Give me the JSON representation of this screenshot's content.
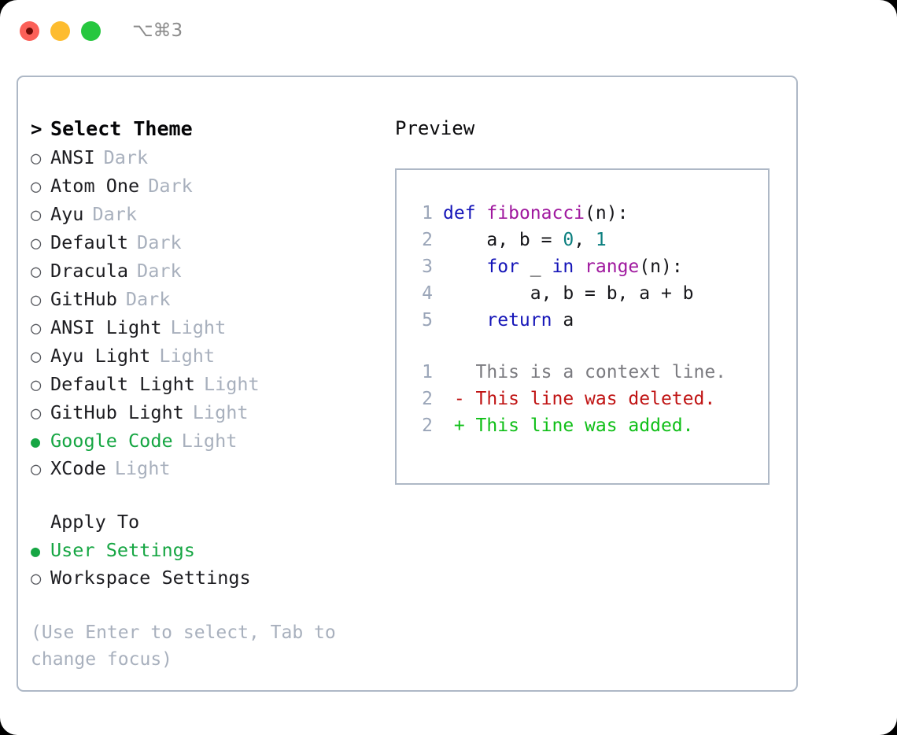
{
  "titlebar": {
    "shortcut": "⌥⌘3",
    "buttons": [
      {
        "name": "close",
        "color": "#fb6058"
      },
      {
        "name": "minimize",
        "color": "#fdbc2f"
      },
      {
        "name": "maximize",
        "color": "#26c73f"
      }
    ]
  },
  "theme_list": {
    "prompt": ">",
    "header": "Select Theme",
    "marker_unselected": "○",
    "marker_selected": "●",
    "items": [
      {
        "name": "ANSI",
        "variant": "Dark",
        "selected": false
      },
      {
        "name": "Atom One",
        "variant": "Dark",
        "selected": false
      },
      {
        "name": "Ayu",
        "variant": "Dark",
        "selected": false
      },
      {
        "name": "Default",
        "variant": "Dark",
        "selected": false
      },
      {
        "name": "Dracula",
        "variant": "Dark",
        "selected": false
      },
      {
        "name": "GitHub",
        "variant": "Dark",
        "selected": false
      },
      {
        "name": "ANSI Light",
        "variant": "Light",
        "selected": false
      },
      {
        "name": "Ayu Light",
        "variant": "Light",
        "selected": false
      },
      {
        "name": "Default Light",
        "variant": "Light",
        "selected": false
      },
      {
        "name": "GitHub Light",
        "variant": "Light",
        "selected": false
      },
      {
        "name": "Google Code",
        "variant": "Light",
        "selected": true
      },
      {
        "name": "XCode",
        "variant": "Light",
        "selected": false
      }
    ]
  },
  "apply_to": {
    "title": "Apply To",
    "options": [
      {
        "label": "User Settings",
        "selected": true
      },
      {
        "label": "Workspace Settings",
        "selected": false
      }
    ]
  },
  "hint": "(Use Enter to select, Tab to change focus)",
  "preview": {
    "title": "Preview",
    "code_lines": [
      {
        "no": "1",
        "tokens": [
          {
            "t": "def",
            "c": "kw"
          },
          {
            "t": " ",
            "c": "pln"
          },
          {
            "t": "fibonacci",
            "c": "fn"
          },
          {
            "t": "(n):",
            "c": "pln"
          }
        ]
      },
      {
        "no": "2",
        "tokens": [
          {
            "t": "    a, b = ",
            "c": "pln"
          },
          {
            "t": "0",
            "c": "num"
          },
          {
            "t": ", ",
            "c": "pln"
          },
          {
            "t": "1",
            "c": "num"
          }
        ]
      },
      {
        "no": "3",
        "tokens": [
          {
            "t": "    ",
            "c": "pln"
          },
          {
            "t": "for",
            "c": "kw"
          },
          {
            "t": " _ ",
            "c": "pln"
          },
          {
            "t": "in",
            "c": "kw"
          },
          {
            "t": " ",
            "c": "pln"
          },
          {
            "t": "range",
            "c": "fn"
          },
          {
            "t": "(n):",
            "c": "pln"
          }
        ]
      },
      {
        "no": "4",
        "tokens": [
          {
            "t": "        a, b = b, a + b",
            "c": "pln"
          }
        ]
      },
      {
        "no": "5",
        "tokens": [
          {
            "t": "    ",
            "c": "pln"
          },
          {
            "t": "return",
            "c": "kw"
          },
          {
            "t": " a",
            "c": "pln"
          }
        ]
      }
    ],
    "diff_lines": [
      {
        "no": "1",
        "sign": " ",
        "text": "This is a context line.",
        "kind": "ctx"
      },
      {
        "no": "2",
        "sign": "-",
        "text": "This line was deleted.",
        "kind": "del"
      },
      {
        "no": "2",
        "sign": "+",
        "text": "This line was added.",
        "kind": "add"
      }
    ]
  },
  "colors": {
    "accent_green": "#16a643",
    "border": "#aeb8c6",
    "muted": "#a8b0bd",
    "keyword": "#1515b8",
    "function": "#a0199f",
    "number": "#0b7f7f",
    "diff_add": "#0fbf17",
    "diff_del": "#c01414",
    "diff_ctx": "#7b7b80",
    "lineno": "#9aa5b8"
  }
}
